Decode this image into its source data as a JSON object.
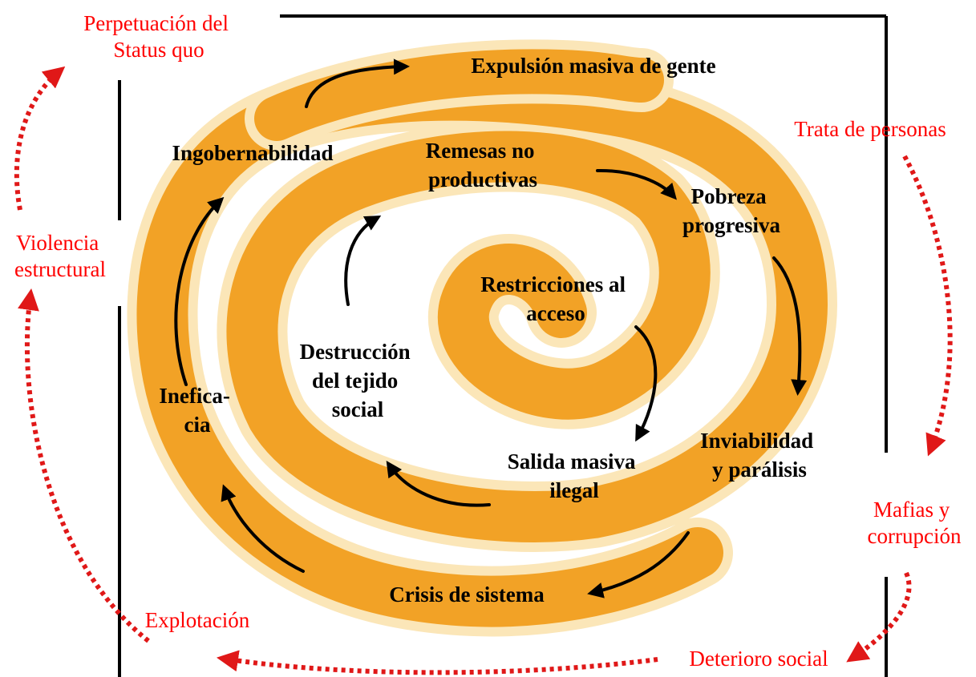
{
  "colors": {
    "spiral": "#f2a226",
    "spiral_glow": "#fbe6b8",
    "frame": "#000000",
    "outer_text": "#ff0000",
    "outer_arrows": "#e01818",
    "inner_text": "#000000"
  },
  "inner_labels": {
    "expulsion": "Expulsión masiva de gente",
    "ingobernabilidad": "Ingobernabilidad",
    "remesas": [
      "Remesas  no",
      "productivas"
    ],
    "pobreza": [
      "Pobreza",
      "progresiva"
    ],
    "restricciones": [
      "Restricciones al",
      "acceso"
    ],
    "destruccion": [
      "Destrucción",
      "del tejido",
      "social"
    ],
    "ineficacia": [
      "Inefica-",
      "cia"
    ],
    "inviabilidad": [
      "Inviabilidad",
      "y parálisis"
    ],
    "salida": [
      "Salida masiva",
      "ilegal"
    ],
    "crisis": "Crisis de sistema"
  },
  "outer_labels": {
    "perpetuacion": [
      "Perpetuación del",
      "Status quo"
    ],
    "trata": "Trata de personas",
    "violencia": [
      "Violencia",
      "estructural"
    ],
    "mafias": [
      "Mafias y",
      "corrupción"
    ],
    "explotacion": "Explotación",
    "deterioro": "Deterioro social"
  }
}
